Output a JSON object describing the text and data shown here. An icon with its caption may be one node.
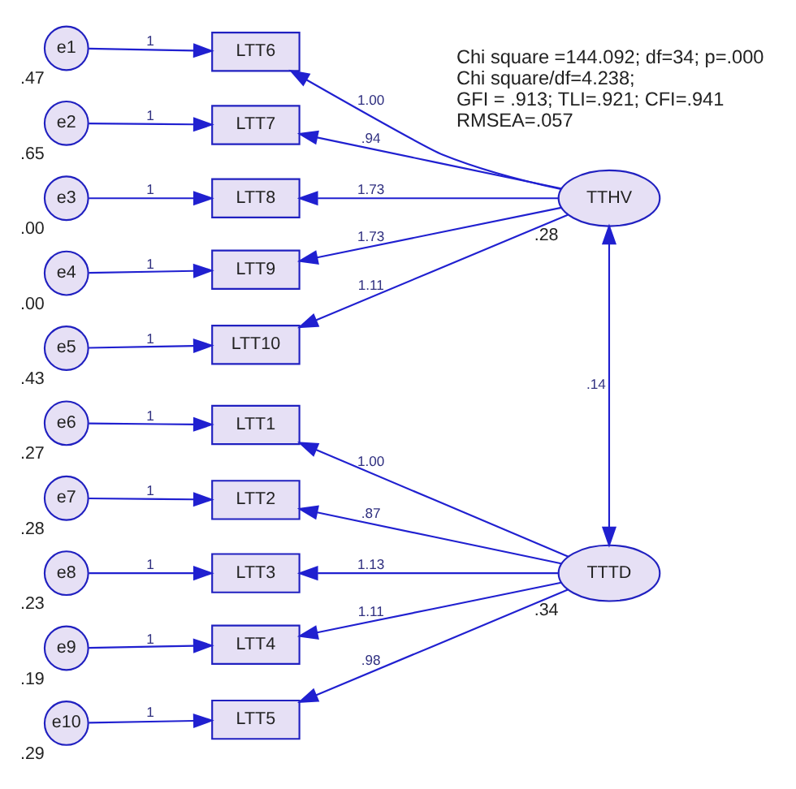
{
  "diagram": {
    "nodes": [
      {
        "text": [
          "e1"
        ],
        "beside": [
          ".47"
        ]
      },
      {
        "text": [
          "LTT6"
        ]
      },
      {
        "text": [
          "e2"
        ],
        "beside": [
          ".65"
        ]
      },
      {
        "text": [
          "LTT7"
        ]
      },
      {
        "text": [
          "e3"
        ],
        "beside": [
          ".00"
        ]
      },
      {
        "text": [
          "LTT8"
        ]
      },
      {
        "text": [
          "e4"
        ],
        "beside": [
          ".00"
        ]
      },
      {
        "text": [
          "LTT9"
        ]
      },
      {
        "text": [
          "e5"
        ],
        "beside": [
          ".43"
        ]
      },
      {
        "text": [
          "LTT10"
        ]
      },
      {
        "text": [
          "TTHV"
        ],
        "beside": [
          ".28"
        ]
      },
      {
        "text": [
          "e6"
        ],
        "beside": [
          ".27"
        ]
      },
      {
        "text": [
          "LTT1"
        ]
      },
      {
        "text": [
          "e7"
        ],
        "beside": [
          ".28"
        ]
      },
      {
        "text": [
          "LTT2"
        ]
      },
      {
        "text": [
          "e8"
        ],
        "beside": [
          ".23"
        ]
      },
      {
        "text": [
          "LTT3"
        ]
      },
      {
        "text": [
          "e9"
        ],
        "beside": [
          ".19"
        ]
      },
      {
        "text": [
          "LTT4"
        ]
      },
      {
        "text": [
          "e10"
        ],
        "beside": [
          ".29"
        ]
      },
      {
        "text": [
          "LTT5"
        ]
      },
      {
        "text": [
          "TTTD"
        ],
        "beside": [
          ".34"
        ]
      }
    ],
    "edges": [
      {
        "from": 0,
        "to": 1,
        "arrow": "to",
        "label": "1"
      },
      {
        "from": 2,
        "to": 3,
        "arrow": "to",
        "label": "1"
      },
      {
        "from": 4,
        "to": 5,
        "arrow": "to",
        "label": "1"
      },
      {
        "from": 6,
        "to": 7,
        "arrow": "to",
        "label": "1"
      },
      {
        "from": 8,
        "to": 9,
        "arrow": "to",
        "label": "1"
      },
      {
        "from": 10,
        "to": 1,
        "arrow": "to",
        "label": "1.00"
      },
      {
        "from": 10,
        "to": 3,
        "arrow": "to",
        "label": ".94"
      },
      {
        "from": 10,
        "to": 5,
        "arrow": "to",
        "label": "1.73"
      },
      {
        "from": 10,
        "to": 7,
        "arrow": "to",
        "label": "1.73"
      },
      {
        "from": 10,
        "to": 9,
        "arrow": "to",
        "label": "1.11"
      },
      {
        "from": 11,
        "to": 12,
        "arrow": "to",
        "label": "1"
      },
      {
        "from": 13,
        "to": 14,
        "arrow": "to",
        "label": "1"
      },
      {
        "from": 15,
        "to": 16,
        "arrow": "to",
        "label": "1"
      },
      {
        "from": 17,
        "to": 18,
        "arrow": "to",
        "label": "1"
      },
      {
        "from": 19,
        "to": 20,
        "arrow": "to",
        "label": "1"
      },
      {
        "from": 21,
        "to": 12,
        "arrow": "to",
        "label": "1.00"
      },
      {
        "from": 21,
        "to": 14,
        "arrow": "to",
        "label": ".87"
      },
      {
        "from": 21,
        "to": 16,
        "arrow": "to",
        "label": "1.13"
      },
      {
        "from": 21,
        "to": 18,
        "arrow": "to",
        "label": "1.11"
      },
      {
        "from": 21,
        "to": 20,
        "arrow": "to",
        "label": ".98"
      },
      {
        "from": 10,
        "to": 21,
        "arrow": "both",
        "label": ".14"
      }
    ],
    "labels": [
      "Chi square =144.092; df=34; p=.000",
      "Chi square/df=4.238;",
      "GFI = .913; TLI=.921; CFI=.941",
      "RMSEA=.057"
    ]
  }
}
